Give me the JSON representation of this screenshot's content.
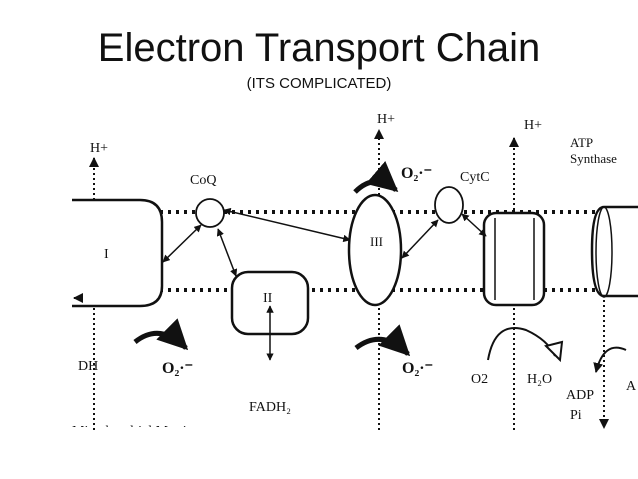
{
  "slide": {
    "title": "Electron Transport Chain",
    "subtitle": "(ITS COMPLICATED)"
  },
  "diagram": {
    "labels": {
      "h_plus_left": "H+",
      "h_plus_mid": "H+",
      "h_plus_right": "H+",
      "coq": "CoQ",
      "cytc": "CytC",
      "atp_synthase_line1": "ATP",
      "atp_synthase_line2": "Synthase",
      "complex_1": "I",
      "complex_2": "II",
      "complex_3": "III",
      "superoxide_top": "O₂·⁻",
      "superoxide_left": "O₂·⁻",
      "superoxide_right": "O₂·⁻",
      "nadh_fragment": "DH",
      "fadh2": "FADH₂",
      "o2": "O2",
      "h2o": "H₂O",
      "adp": "ADP",
      "pi": "Pi",
      "a_fragment": "A",
      "matrix_fragment": "Mitochondrial Matrix"
    }
  }
}
